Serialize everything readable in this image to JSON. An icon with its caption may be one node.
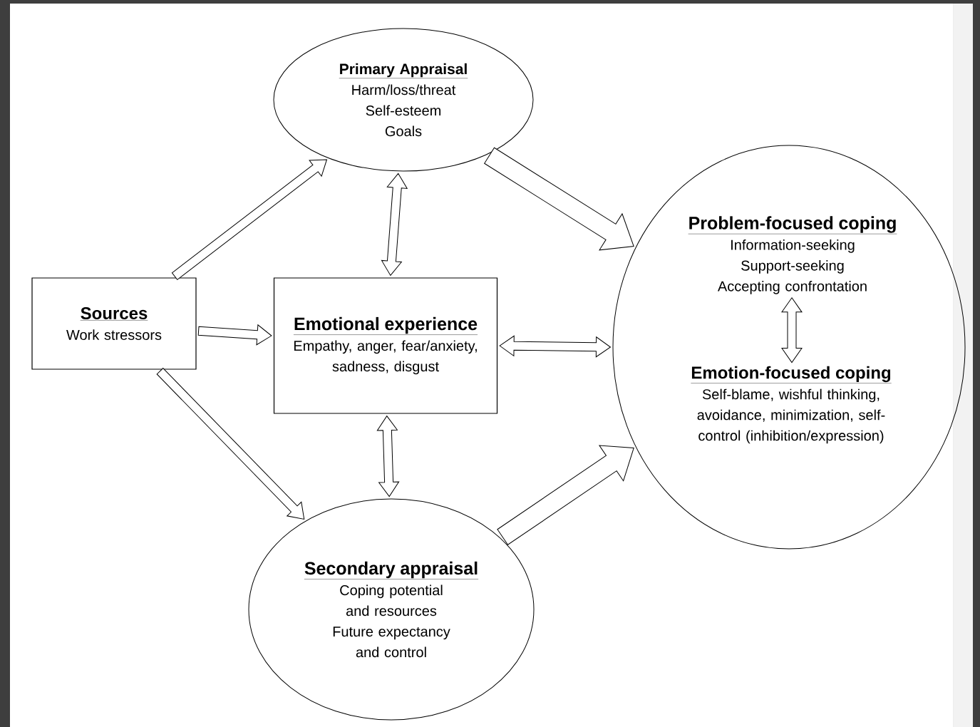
{
  "diagram": {
    "nodes": [
      {
        "text": [
          "Sources",
          "Work stressors"
        ]
      },
      {
        "text": [
          "Primary Appraisal",
          "Harm/loss/threat",
          "Self-esteem",
          "Goals"
        ]
      },
      {
        "text": [
          "Emotional experience",
          "Empathy, anger, fear/anxiety, sadness, disgust"
        ]
      },
      {
        "text": [
          "Secondary appraisal",
          "Coping potential and resources",
          "Future expectancy and control"
        ]
      },
      {
        "text": [],
        "shape": "circle"
      },
      {
        "text": [
          "Problem-focused coping",
          "Information-seeking",
          "Support-seeking",
          "Accepting confrontation"
        ],
        "in": 4
      },
      {
        "text": [
          "Emotion-focused coping",
          "Self-blame, wishful thinking, avoidance, minimization, self-control (inhibition/expression)"
        ],
        "in": 4
      }
    ],
    "edges": [
      {
        "from": 0,
        "to": 1,
        "arrow": "to"
      },
      {
        "from": 0,
        "to": 2,
        "arrow": "to"
      },
      {
        "from": 0,
        "to": 3,
        "arrow": "to"
      },
      {
        "from": 1,
        "to": 2,
        "arrow": "both"
      },
      {
        "from": 2,
        "to": 3,
        "arrow": "both"
      },
      {
        "from": 1,
        "to": 4,
        "arrow": "to",
        "style": "thick"
      },
      {
        "from": 2,
        "to": 4,
        "arrow": "both"
      },
      {
        "from": 3,
        "to": 4,
        "arrow": "to",
        "style": "thick"
      },
      {
        "from": 5,
        "to": 6,
        "arrow": "both"
      }
    ]
  }
}
